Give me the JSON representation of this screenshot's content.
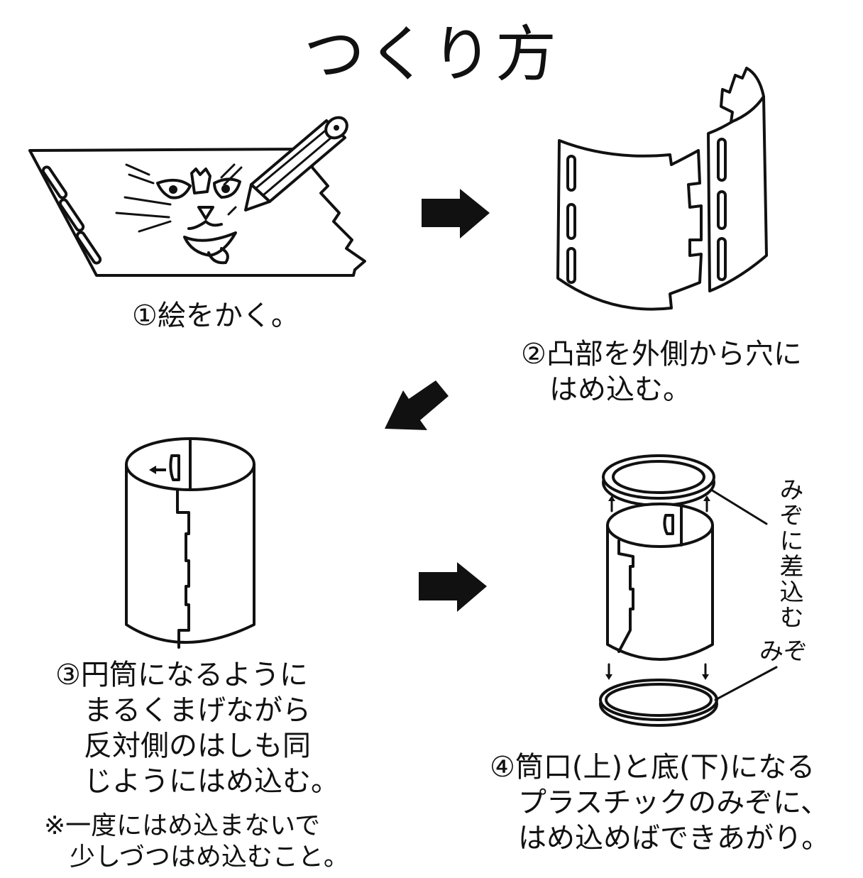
{
  "title": "つくり方",
  "steps": [
    {
      "number": "①",
      "caption": "①絵をかく。",
      "illustration": "cat-face-drawing-on-sheet-with-pencil-icon"
    },
    {
      "number": "②",
      "caption": "②凸部を外側から穴に\n　はめ込む。",
      "illustration": "curved-sheet-tabs-into-slots-icon"
    },
    {
      "number": "③",
      "caption": "③円筒になるように\n　まるくまげながら\n　反対側のはしも同\n　じようにはめ込む。",
      "illustration": "rolled-cylinder-icon",
      "note": "※一度にはめ込まないで\n　少しづつはめ込むこと。"
    },
    {
      "number": "④",
      "caption": "④筒口(上)と底(下)になる\n　プラスチックのみぞに、\n　はめ込めばできあがり。",
      "illustration": "cylinder-with-top-bottom-rings-icon",
      "labels": {
        "top_groove": "みぞに差込む",
        "bottom_groove": "みぞ"
      }
    }
  ],
  "arrows": [
    {
      "from": 1,
      "to": 2,
      "direction": "right"
    },
    {
      "from": 2,
      "to": 3,
      "direction": "down-left"
    },
    {
      "from": 3,
      "to": 4,
      "direction": "right"
    }
  ]
}
